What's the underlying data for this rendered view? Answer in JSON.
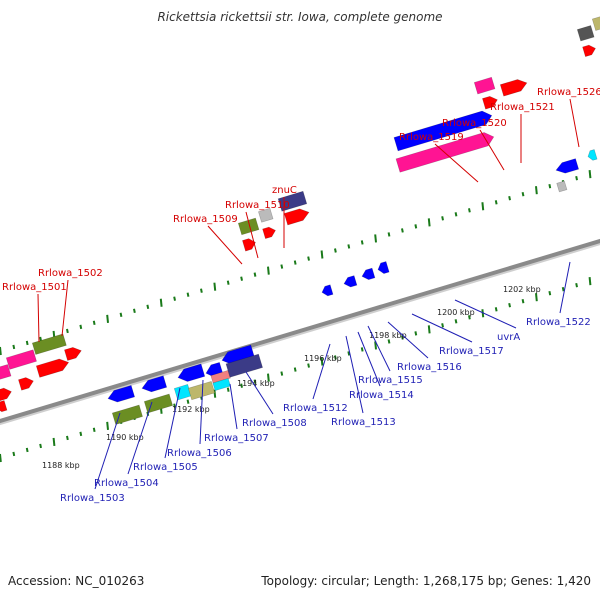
{
  "title": "Rickettsia rickettsii str. Iowa, complete genome",
  "accession": "Accession: NC_010263",
  "summary": "Topology: circular; Length: 1,268,175 bp; Genes: 1,420",
  "colors": {
    "backbone": "#8a8a8a",
    "forward_label": "#d40000",
    "reverse_label": "#1f1fb4",
    "tick": "#1a7a1a",
    "red": "#ff0000",
    "blue": "#0000ff",
    "olive": "#6b8e23",
    "pink": "#ff1493",
    "navy": "#3b3b87",
    "grey": "#bbbbbb",
    "cyan": "#00e5ff",
    "khaki": "#bdb76b",
    "salmon": "#f08080",
    "darkgrey": "#555555"
  },
  "scale_labels": [
    "1188 kbp",
    "1190 kbp",
    "1192 kbp",
    "1194 kbp",
    "1196 kbp",
    "1198 kbp",
    "1200 kbp",
    "1202 kbp"
  ],
  "forward_labels": [
    "Rrlowa_1501",
    "Rrlowa_1502",
    "Rrlowa_1509",
    "Rrlowa_1510",
    "znuC",
    "Rrlowa_1519",
    "Rrlowa_1520",
    "Rrlowa_1521",
    "Rrlowa_1526"
  ],
  "reverse_labels": [
    "Rrlowa_1503",
    "Rrlowa_1504",
    "Rrlowa_1505",
    "Rrlowa_1506",
    "Rrlowa_1507",
    "Rrlowa_1508",
    "Rrlowa_1512",
    "Rrlowa_1513",
    "Rrlowa_1514",
    "Rrlowa_1515",
    "Rrlowa_1516",
    "Rrlowa_1517",
    "uvrA",
    "Rrlowa_1522"
  ]
}
